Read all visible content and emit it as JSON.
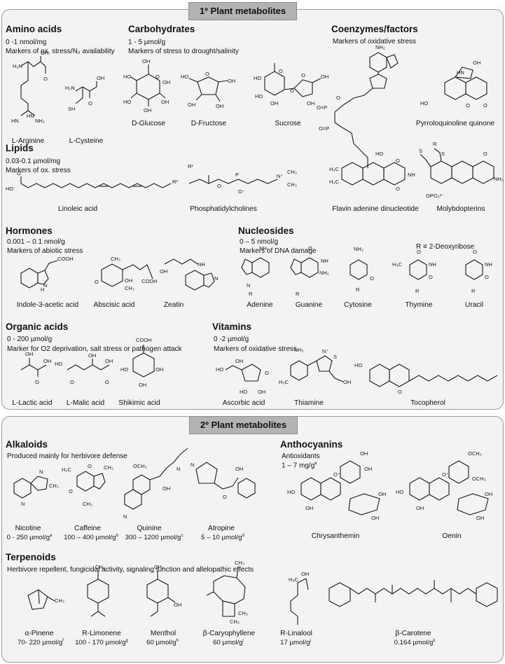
{
  "primary": {
    "banner": "1º Plant metabolites",
    "amino": {
      "title": "Amino acids",
      "conc": "0 -1 nmol/mg",
      "note": "Markers of ox. stress/N₂ availability",
      "items": [
        "L-Arginine",
        "L-Cysteine"
      ]
    },
    "carbs": {
      "title": "Carbohydrates",
      "conc": "1 - 5 µmol/g",
      "note": "Markers of stress to drought/salinity",
      "items": [
        "D-Glucose",
        "D-Fructose",
        "Sucrose"
      ]
    },
    "coenz": {
      "title": "Coenzymes/factors",
      "note": "Markers of oxidative stress",
      "items": [
        "Pyrroloquinoline quinone",
        "Flavin adenine dinucleotide",
        "Molybdopterins"
      ]
    },
    "lipids": {
      "title": "Lipids",
      "conc": "0.03-0.1 µmol/mg",
      "note": "Markers of ox. stress",
      "items": [
        "Linoleic acid",
        "Phosphatidylcholines"
      ]
    },
    "hormones": {
      "title": "Hormones",
      "conc": "0.001 – 0.1 nmol/g",
      "note": "Markers of abiotic stress",
      "items": [
        "Indole-3-acetic acid",
        "Abscisic acid",
        "Zeatin"
      ]
    },
    "nucleosides": {
      "title": "Nucleosides",
      "conc": "0 – 5 nmol/g",
      "note": "Markers of DNA damage",
      "r_def": "R ≡ 2-Deoxyribose",
      "items": [
        "Adenine",
        "Guanine",
        "Cytosine",
        "Thymine",
        "Uracil"
      ]
    },
    "organic": {
      "title": "Organic acids",
      "conc": "0 - 200 µmol/g",
      "note": "Marker for O2 deprivation, salt stress or pathogen attack",
      "items": [
        "L-Lactic acid",
        "L-Malic acid",
        "Shikimic acid"
      ]
    },
    "vitamins": {
      "title": "Vitamins",
      "conc": "0 -2 µmol/g",
      "note": "Markers of oxidative stress",
      "items": [
        "Ascorbic acid",
        "Thiamine",
        "Tocopherol"
      ]
    }
  },
  "secondary": {
    "banner": "2º Plant metabolites",
    "alkaloids": {
      "title": "Alkaloids",
      "note": "Produced mainly for herbivore defense",
      "items": [
        {
          "name": "Nicotine",
          "conc": "0 - 250 µmol/g",
          "sup": "a"
        },
        {
          "name": "Caffeine",
          "conc": "100 – 400 µmol/g",
          "sup": "b"
        },
        {
          "name": "Quinine",
          "conc": "300 – 1200 µmol/g",
          "sup": "c"
        },
        {
          "name": "Atropine",
          "conc": "5 – 10 µmol/g",
          "sup": "d"
        }
      ]
    },
    "anthocyanins": {
      "title": "Anthocyanins",
      "note": "Antioxidants",
      "conc": "1 – 7 mg/g",
      "sup": "e",
      "items": [
        "Chrysanthemin",
        "Oenin"
      ]
    },
    "terpenoids": {
      "title": "Terpenoids",
      "note": "Herbivore repellent, fungicidal activity, signaling function and allelopathic effects",
      "items": [
        {
          "name": "α-Pinene",
          "conc": "70- 220 µmol/g",
          "sup": "f"
        },
        {
          "name": "R-Limonene",
          "conc": "100 - 170 µmol/g",
          "sup": "g"
        },
        {
          "name": "Menthol",
          "conc": "60 µmol/g",
          "sup": "h"
        },
        {
          "name": "β-Caryophyllene",
          "conc": "60 µmol/g",
          "sup": "i"
        },
        {
          "name": "R-Linalool",
          "conc": "17 µmol/g",
          "sup": "j"
        },
        {
          "name": "β-Carotene",
          "conc": "0.164 µmol/g",
          "sup": "k"
        }
      ]
    }
  },
  "atom_labels": [
    "OH",
    "O",
    "NH2",
    "NH",
    "N",
    "S",
    "SH",
    "COOH",
    "HO",
    "H3C",
    "CH3",
    "R",
    "N+",
    "O+",
    "OCH3",
    "HN",
    "H",
    "P",
    "R1",
    "R2",
    "O-",
    "PO3"
  ]
}
